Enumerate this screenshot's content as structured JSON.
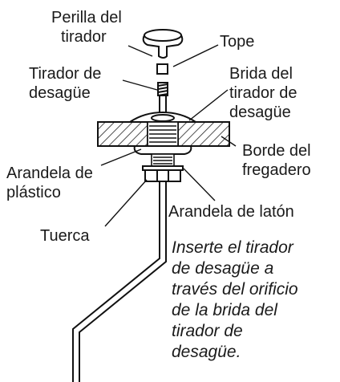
{
  "labels": {
    "knob": [
      "Perilla del",
      "tirador"
    ],
    "stop": "Tope",
    "rod": [
      "Tirador de",
      "desagüe"
    ],
    "flange": [
      "Brida del",
      "tirador de",
      "desagüe"
    ],
    "sink_edge": [
      "Borde del",
      "fregadero"
    ],
    "plastic_washer": [
      "Arandela de",
      "plástico"
    ],
    "brass_washer": "Arandela de latón",
    "nut": "Tuerca"
  },
  "instruction": [
    "Inserte el tirador",
    "de desagüe a",
    "través del orificio",
    "de la brida del",
    "tirador de",
    "desagüe."
  ]
}
